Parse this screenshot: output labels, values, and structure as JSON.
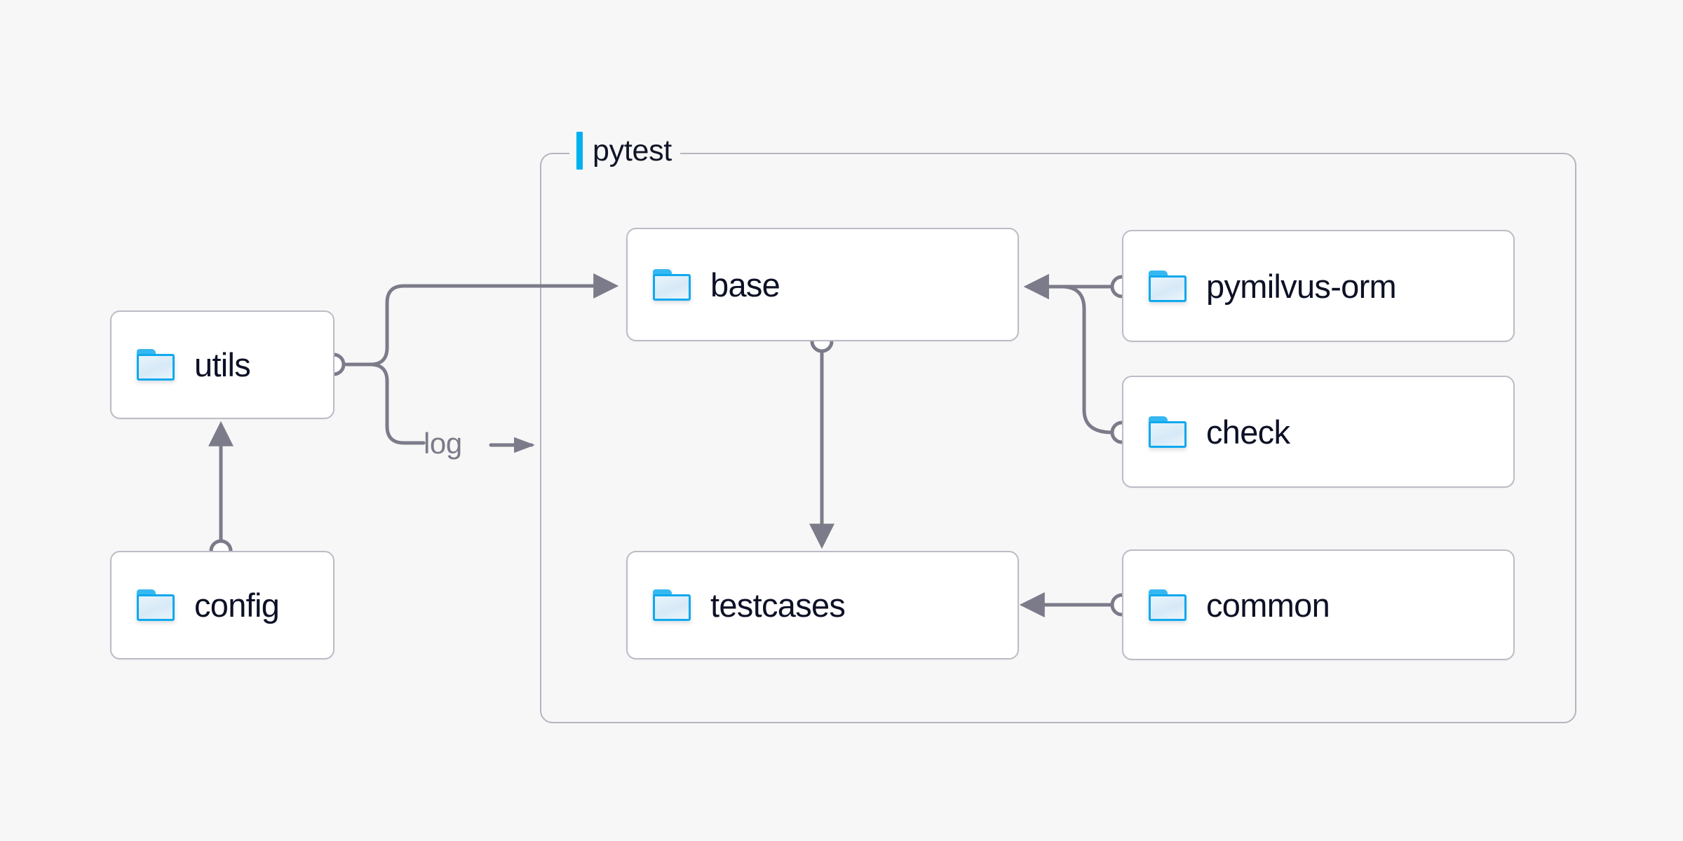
{
  "canvas": {
    "background": "#f7f7f7",
    "edge_color": "#7b7b8a",
    "node_border_color": "#bdbbc6",
    "node_fill": "#ffffff",
    "label_color": "#0d1126",
    "accent_color": "#00b0f0"
  },
  "group": {
    "name": "pytest-group",
    "label": "pytest"
  },
  "nodes": [
    {
      "id": "utils",
      "label": "utils",
      "icon": "folder-icon"
    },
    {
      "id": "config",
      "label": "config",
      "icon": "folder-icon"
    },
    {
      "id": "base",
      "label": "base",
      "icon": "folder-icon"
    },
    {
      "id": "testcases",
      "label": "testcases",
      "icon": "folder-icon"
    },
    {
      "id": "pymilvus-orm",
      "label": "pymilvus-orm",
      "icon": "folder-icon"
    },
    {
      "id": "check",
      "label": "check",
      "icon": "folder-icon"
    },
    {
      "id": "common",
      "label": "common",
      "icon": "folder-icon"
    }
  ],
  "edges": [
    {
      "id": "utils-base",
      "from": "utils",
      "to": "base",
      "label": ""
    },
    {
      "id": "utils-log",
      "from": "utils",
      "to": "pytest",
      "label": "log"
    },
    {
      "id": "config-utils",
      "from": "config",
      "to": "utils",
      "label": ""
    },
    {
      "id": "base-testcases",
      "from": "base",
      "to": "testcases",
      "label": ""
    },
    {
      "id": "pymilvus-orm-base",
      "from": "pymilvus-orm",
      "to": "base",
      "label": ""
    },
    {
      "id": "check-base",
      "from": "check",
      "to": "base",
      "label": ""
    },
    {
      "id": "common-testcases",
      "from": "common",
      "to": "testcases",
      "label": ""
    }
  ]
}
